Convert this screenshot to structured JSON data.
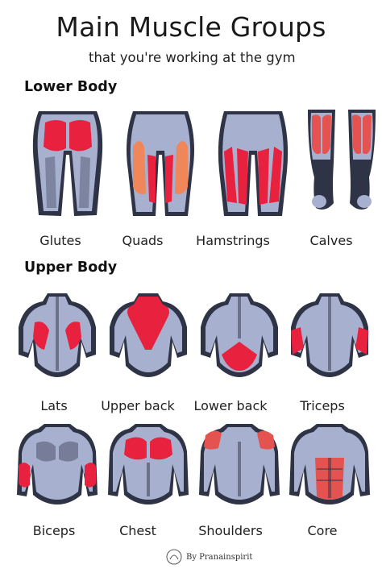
{
  "title": "Main Muscle Groups",
  "subtitle": "that you're working at the gym",
  "sections": {
    "lower": "Lower Body",
    "upper": "Upper Body"
  },
  "lower_body": [
    {
      "label": "Glutes",
      "icon": "glutes-icon"
    },
    {
      "label": "Quads",
      "icon": "quads-icon"
    },
    {
      "label": "Hamstrings",
      "icon": "hamstrings-icon"
    },
    {
      "label": "Calves",
      "icon": "calves-icon"
    }
  ],
  "upper_body_row1": [
    {
      "label": "Lats",
      "icon": "lats-icon"
    },
    {
      "label": "Upper back",
      "icon": "upper-back-icon"
    },
    {
      "label": "Lower back",
      "icon": "lower-back-icon"
    },
    {
      "label": "Triceps",
      "icon": "triceps-icon"
    }
  ],
  "upper_body_row2": [
    {
      "label": "Biceps",
      "icon": "biceps-icon"
    },
    {
      "label": "Chest",
      "icon": "chest-icon"
    },
    {
      "label": "Shoulders",
      "icon": "shoulders-icon"
    },
    {
      "label": "Core",
      "icon": "core-icon"
    }
  ],
  "footer": "By Pranainspirit",
  "colors": {
    "outline": "#2f3346",
    "muscle": "#a7b0cf",
    "highlight_red": "#e8213f",
    "highlight_orange": "#f0875a",
    "highlight_mid": "#e45350"
  }
}
